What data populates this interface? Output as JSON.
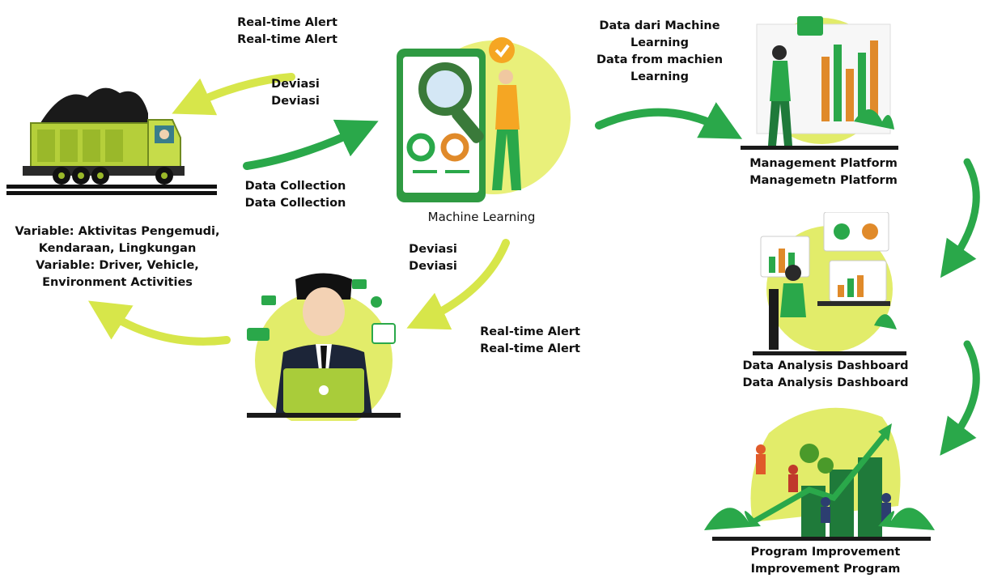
{
  "colors": {
    "accent_green": "#2aa84a",
    "lime": "#d7e64a",
    "dark_green": "#1f7a3a",
    "yellow_green": "#c8dc3a"
  },
  "nodes": {
    "truck": {
      "variable_id": "Variable: Aktivitas Pengemudi,",
      "variable_id_2": "Kendaraan, Lingkungan",
      "variable_en": "Variable: Driver, Vehicle,",
      "variable_en_2": "Environment Activities",
      "icon": "dump-truck-icon"
    },
    "machine_learning": {
      "label": "Machine Learning",
      "icon": "phone-magnifier-icon"
    },
    "operator": {
      "icon": "person-laptop-icon"
    },
    "management": {
      "label_1": "Management Platform",
      "label_2": "Managemetn Platform",
      "icon": "presentation-board-icon"
    },
    "dashboard": {
      "label_1": "Data Analysis Dashboard",
      "label_2": "Data Analysis Dashboard",
      "icon": "analytics-desk-icon"
    },
    "program": {
      "label_1": "Program Improvement",
      "label_2": "Improvement Program",
      "icon": "growth-team-icon"
    }
  },
  "edges": {
    "alert_top": {
      "l1": "Real-time Alert",
      "l2": "Real-time Alert"
    },
    "deviasi_top": {
      "l1": "Deviasi",
      "l2": "Deviasi"
    },
    "data_collection": {
      "l1": "Data Collection",
      "l2": "Data Collection"
    },
    "ml_data": {
      "l1": "Data dari Machine",
      "l2": "Learning",
      "l3": "Data from machien",
      "l4": "Learning"
    },
    "deviasi_mid": {
      "l1": "Deviasi",
      "l2": "Deviasi"
    },
    "alert_mid": {
      "l1": "Real-time Alert",
      "l2": "Real-time Alert"
    }
  }
}
